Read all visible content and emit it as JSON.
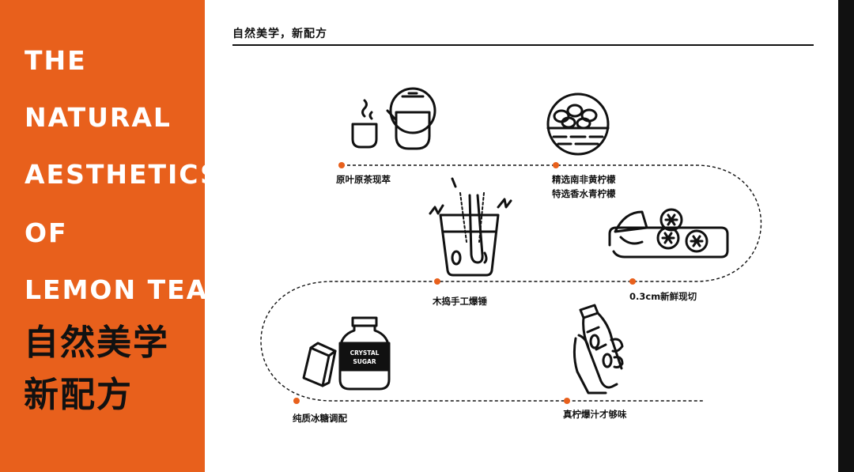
{
  "left_panel": {
    "title_lines": [
      "THE",
      "NATURAL",
      "AESTHETICS",
      "OF",
      "LEMON TEA"
    ],
    "cn_lines": [
      "自然美学",
      "新配方"
    ],
    "color": "#e8601c"
  },
  "heading": "自然美学，新配方",
  "steps": [
    {
      "label": "原叶原茶现萃",
      "icon": "teapot-and-cup-icon"
    },
    {
      "label": "精选南非黄柠檬",
      "label2": "特选香水青柠檬",
      "icon": "lemon-basket-icon"
    },
    {
      "label": "0.3cm新鲜现切",
      "icon": "sliced-lemon-board-icon"
    },
    {
      "label": "木捣手工爆锤",
      "icon": "muddled-glass-icon"
    },
    {
      "label": "纯质冰糖调配",
      "icon": "crystal-sugar-jar-icon",
      "jar_text": "CRYSTAL SUGAR"
    },
    {
      "label": "真柠爆汁才够味",
      "icon": "hand-holding-bottle-icon"
    }
  ],
  "colors": {
    "accent": "#e8601c",
    "ink": "#111111"
  }
}
